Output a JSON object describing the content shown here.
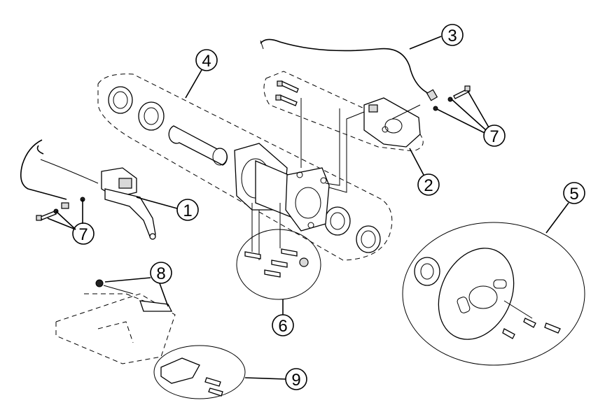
{
  "diagram": {
    "callouts": [
      {
        "id": "1",
        "label": "1"
      },
      {
        "id": "2",
        "label": "2"
      },
      {
        "id": "3",
        "label": "3"
      },
      {
        "id": "4",
        "label": "4"
      },
      {
        "id": "5",
        "label": "5"
      },
      {
        "id": "6",
        "label": "6"
      },
      {
        "id": "7a",
        "label": "7"
      },
      {
        "id": "7b",
        "label": "7"
      },
      {
        "id": "8",
        "label": "8"
      },
      {
        "id": "9",
        "label": "9"
      }
    ]
  }
}
